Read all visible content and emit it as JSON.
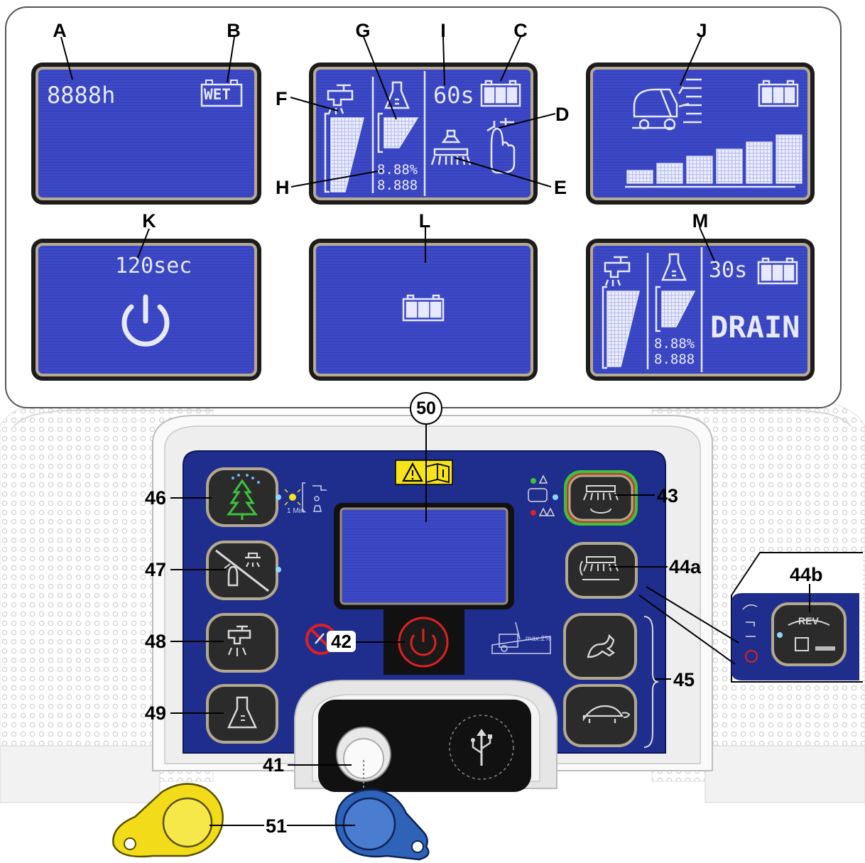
{
  "callouts": {
    "A": "A",
    "B": "B",
    "C": "C",
    "D": "D",
    "E": "E",
    "F": "F",
    "G": "G",
    "H": "H",
    "I": "I",
    "J": "J",
    "K": "K",
    "L": "L",
    "M": "M"
  },
  "lcd": {
    "a_hours": "8888h",
    "b_wet": "WET",
    "i_timer": "60s",
    "h_percent": "8.88%",
    "h_value": "8.888",
    "k_seconds": "120sec",
    "m_timer": "30s",
    "m_percent": "8.88%",
    "m_value": "8.888",
    "m_drain": "DRAIN"
  },
  "panel": {
    "n50": "50",
    "n46": "46",
    "n47": "47",
    "n48": "48",
    "n49": "49",
    "n43": "43",
    "n44a": "44a",
    "n44b": "44b",
    "n45": "45",
    "n42": "42",
    "n41": "41",
    "n51": "51",
    "min_label": "1 Min.",
    "rev_label": "REV",
    "max_slope": "max.2%"
  },
  "colors": {
    "lcd_blue": "#3d48c6",
    "panel_blue": "#1f2e8c",
    "yellow_key": "#f2dc1a",
    "blue_key": "#2f63b8",
    "power_red": "#e02020",
    "green_ring": "#3cc23c",
    "warning_yellow": "#f6e31a"
  }
}
